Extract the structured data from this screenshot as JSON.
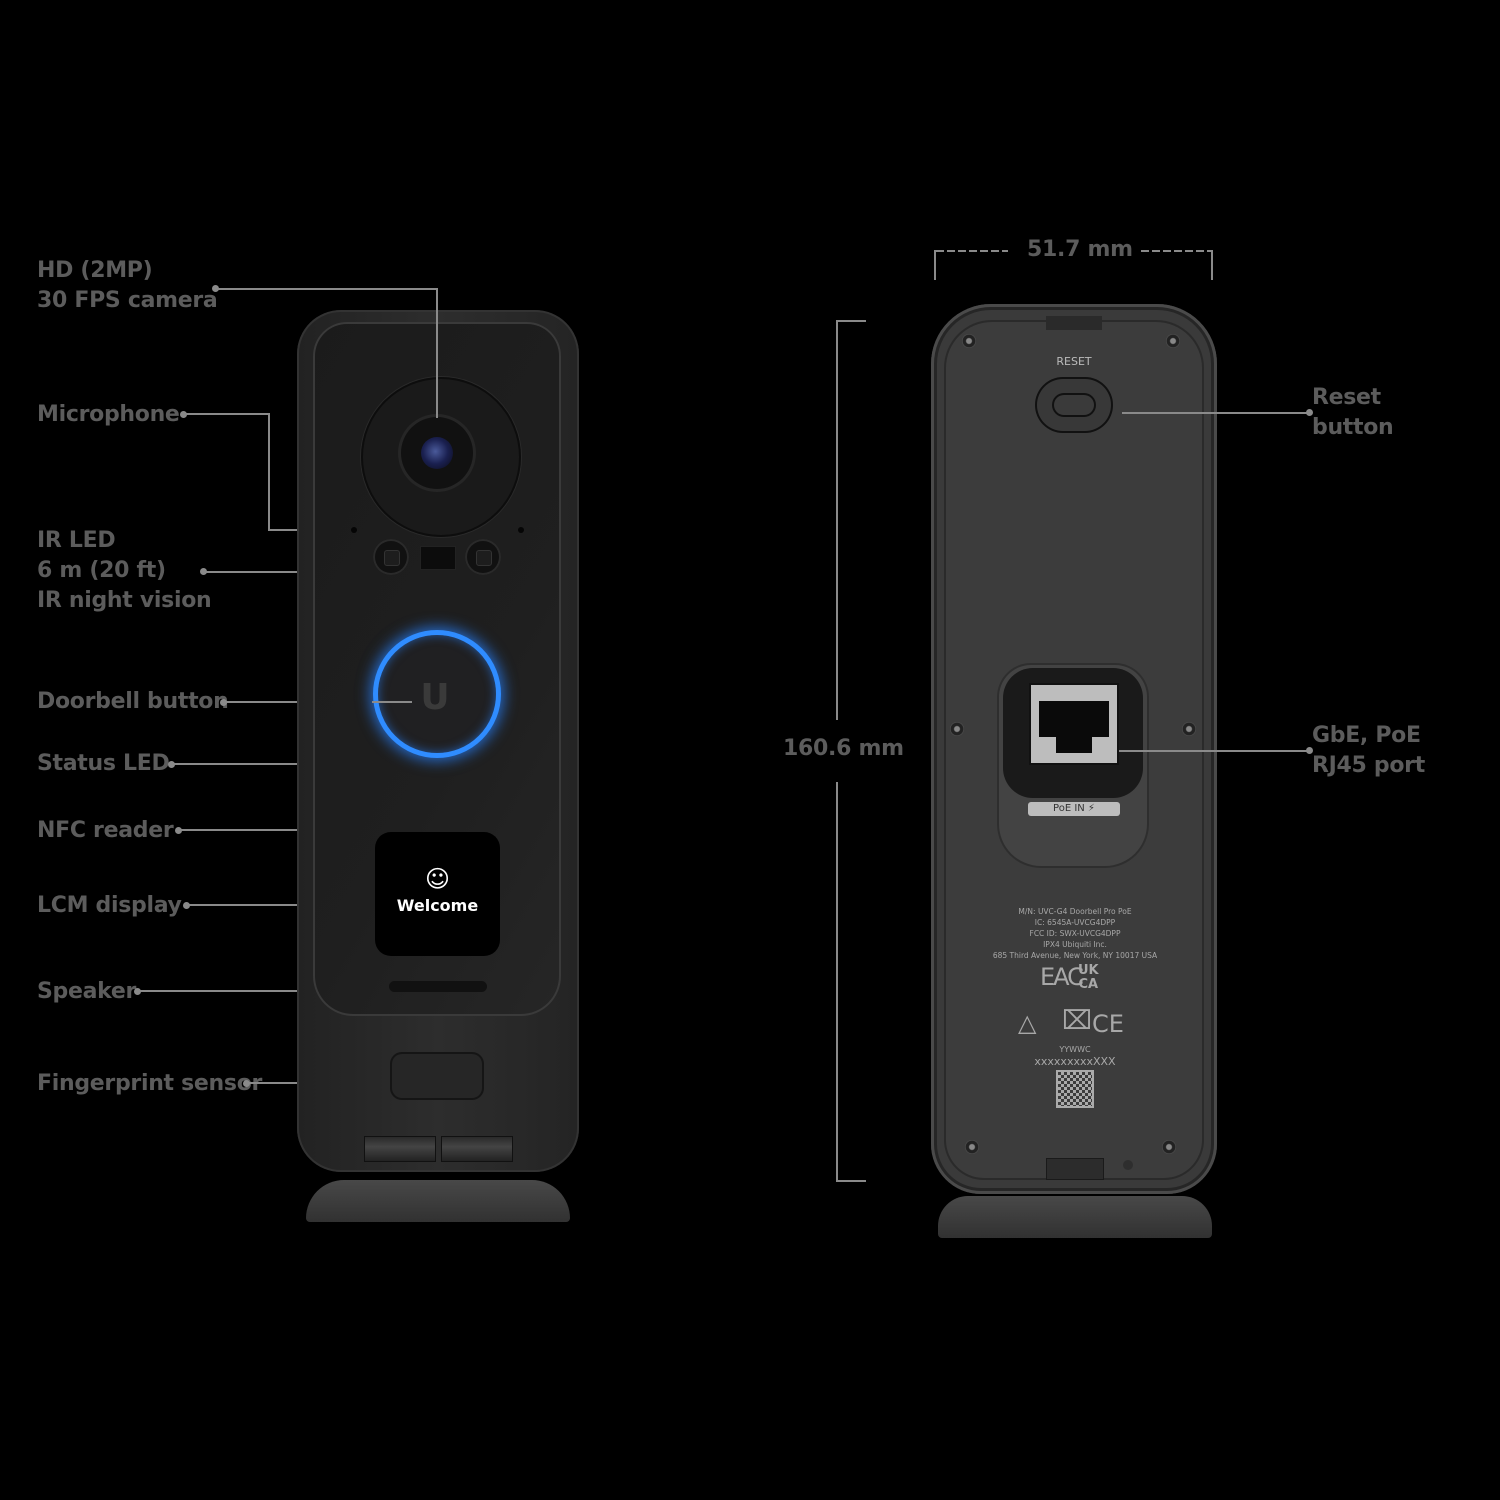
{
  "front_labels": {
    "camera": "HD (2MP)\n30 FPS camera",
    "microphone": "Microphone",
    "ir_led": "IR LED\n6 m (20 ft)\nIR night vision",
    "doorbell_button": "Doorbell button",
    "status_led": "Status LED",
    "nfc_reader": "NFC reader",
    "lcm_display": "LCM display",
    "speaker": "Speaker",
    "fingerprint_sensor": "Fingerprint sensor"
  },
  "front_device": {
    "display_icon": "smiley-face-icon",
    "display_glyph": "☺",
    "display_text": "Welcome",
    "logo_glyph": "U",
    "ring_color": "#2f8cff"
  },
  "back_labels": {
    "reset_button": "Reset\nbutton",
    "rj45_port": "GbE, PoE\nRJ45 port"
  },
  "dimensions": {
    "width": "51.7 mm",
    "height": "160.6 mm"
  },
  "back_device": {
    "reset_label": "RESET",
    "poe_label": "PoE IN ⚡",
    "regulatory": [
      "M/N: UVC-G4 Doorbell Pro PoE",
      "IC: 6545A-UVCG4DPP",
      "FCC ID: SWX-UVCG4DPP",
      "IPX4    Ubiquiti Inc.",
      "685 Third Avenue, New York, NY 10017 USA"
    ],
    "cert_eac": "EAC",
    "cert_ukca": "UK\nCA",
    "cert_ce": "CE",
    "date_code": "YYWWC",
    "serial": "xxxxxxxxxXXX"
  },
  "colors": {
    "background": "#000000",
    "label_text": "#5c5c5c",
    "leader_line": "#8a8a8a"
  }
}
